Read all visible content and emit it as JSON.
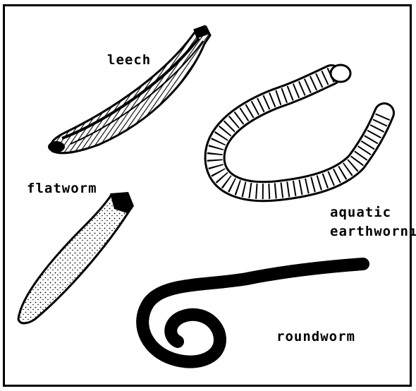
{
  "labels": {
    "leech": "leech",
    "aquatic_line1": "aquatic",
    "aquatic_line2": "earthwornı",
    "flatworm": "flatworm",
    "roundworm": "roundworm"
  },
  "colors": {
    "ink": "#000000",
    "paper": "#ffffff"
  }
}
